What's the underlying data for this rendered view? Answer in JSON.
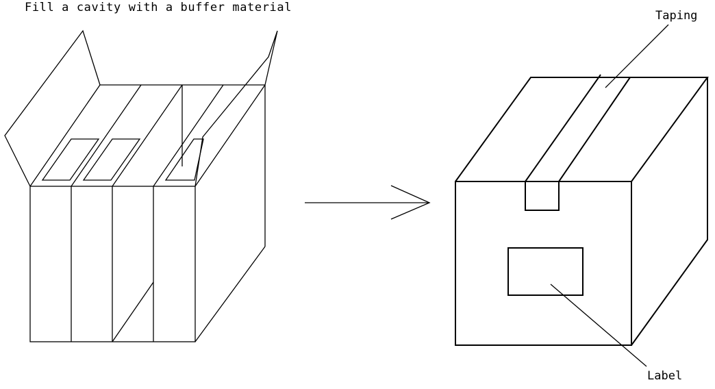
{
  "caption": "Fill a cavity with a buffer material",
  "labels": {
    "taping": "Taping",
    "label": "Label"
  },
  "colors": {
    "stroke": "#000000",
    "background": "#ffffff"
  }
}
